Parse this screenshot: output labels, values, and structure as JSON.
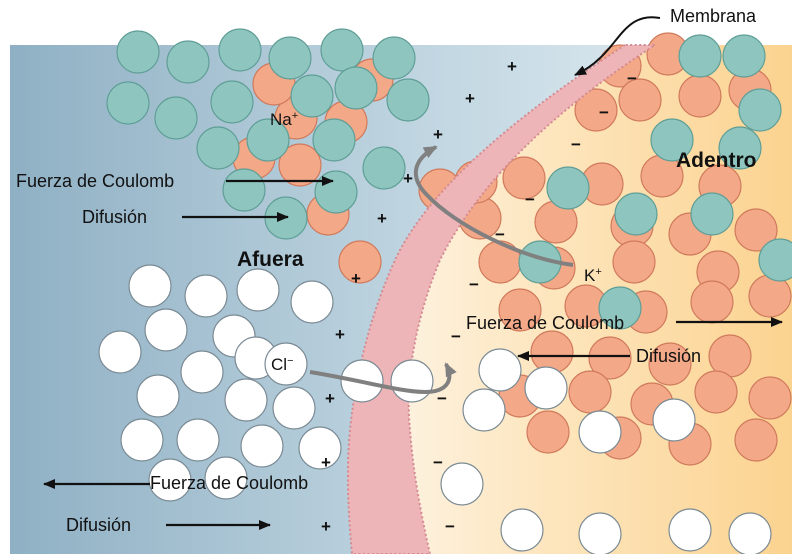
{
  "labels": {
    "membrane": "Membrana",
    "inside": "Adentro",
    "outside": "Afuera",
    "coulomb_force": "Fuerza de Coulomb",
    "diffusion": "Difusión"
  },
  "ions": {
    "sodium": {
      "symbol": "Na",
      "charge": "+"
    },
    "potassium": {
      "symbol": "K",
      "charge": "+"
    },
    "chloride": {
      "symbol": "Cl",
      "charge": "−"
    }
  },
  "charges": {
    "positive": "+",
    "negative": "−"
  },
  "colors": {
    "outside_fluid": "#8fb0c4",
    "inside_fluid": "#fbd694",
    "membrane": "#eeb5b8",
    "membrane_edge": "#d48a90",
    "sodium_ion": "#8ec6bf",
    "potassium_ion": "#f3a888",
    "chloride_ion": "#ffffff",
    "arrow_gray": "#808080"
  }
}
